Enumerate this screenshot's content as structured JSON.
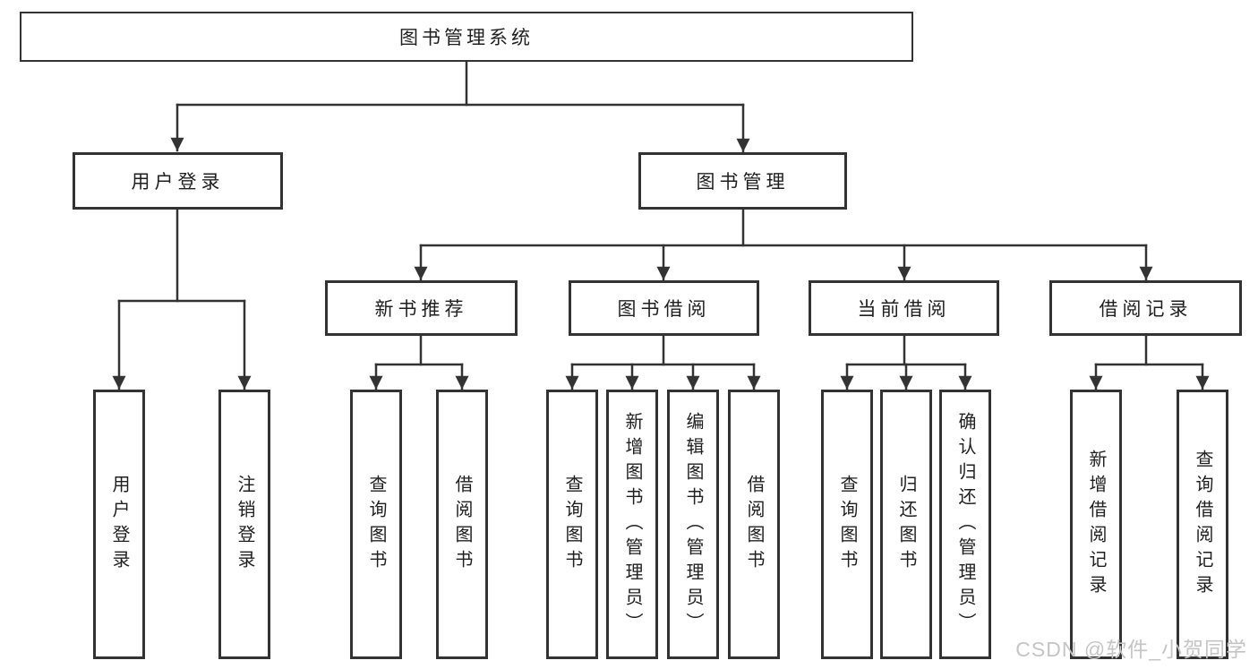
{
  "colors": {
    "line": "#333333",
    "text": "#1f1f1f",
    "background": "#ffffff",
    "watermark": "#c5c5c5"
  },
  "watermark": "CSDN @软件_小贺同学",
  "tree": {
    "root": {
      "label": "图书管理系统"
    },
    "branches": [
      {
        "label": "用户登录",
        "leaves": [
          "用户登录",
          "注销登录"
        ]
      },
      {
        "label": "图书管理",
        "groups": [
          {
            "label": "新书推荐",
            "leaves": [
              "查询图书",
              "借阅图书"
            ]
          },
          {
            "label": "图书借阅",
            "leaves": [
              "查询图书",
              "新增图书（管理员）",
              "编辑图书（管理员）",
              "借阅图书"
            ]
          },
          {
            "label": "当前借阅",
            "leaves": [
              "查询图书",
              "归还图书",
              "确认归还（管理员）"
            ]
          },
          {
            "label": "借阅记录",
            "leaves": [
              "新增借阅记录",
              "查询借阅记录"
            ]
          }
        ]
      }
    ]
  }
}
